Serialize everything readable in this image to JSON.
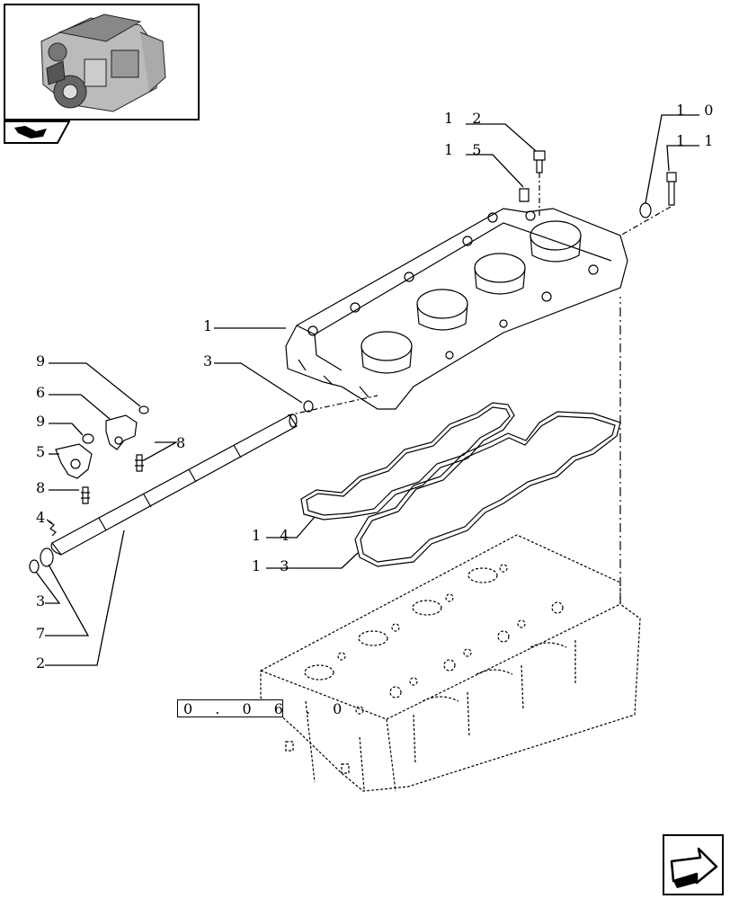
{
  "diagram": {
    "reference_link": "0 . 0 6 . 0",
    "callouts": [
      {
        "id": "c1",
        "text": "1"
      },
      {
        "id": "c2",
        "text": "2"
      },
      {
        "id": "c3a",
        "text": "3"
      },
      {
        "id": "c3b",
        "text": "3"
      },
      {
        "id": "c4",
        "text": "4"
      },
      {
        "id": "c5",
        "text": "5"
      },
      {
        "id": "c6",
        "text": "6"
      },
      {
        "id": "c7",
        "text": "7"
      },
      {
        "id": "c8a",
        "text": "8"
      },
      {
        "id": "c8b",
        "text": "8"
      },
      {
        "id": "c9a",
        "text": "9"
      },
      {
        "id": "c9b",
        "text": "9"
      },
      {
        "id": "c10",
        "text": "1 0"
      },
      {
        "id": "c11",
        "text": "1 1"
      },
      {
        "id": "c12",
        "text": "1 2"
      },
      {
        "id": "c13",
        "text": "1 3"
      },
      {
        "id": "c14",
        "text": "1 4"
      },
      {
        "id": "c15",
        "text": "1 5"
      }
    ]
  },
  "icons": {
    "engine_thumbnail": "engine-thumbnail-icon",
    "group_tab": "book-arrow-icon",
    "next_page": "next-page-arrow-icon"
  },
  "colors": {
    "line": "#000000",
    "background": "#ffffff"
  }
}
